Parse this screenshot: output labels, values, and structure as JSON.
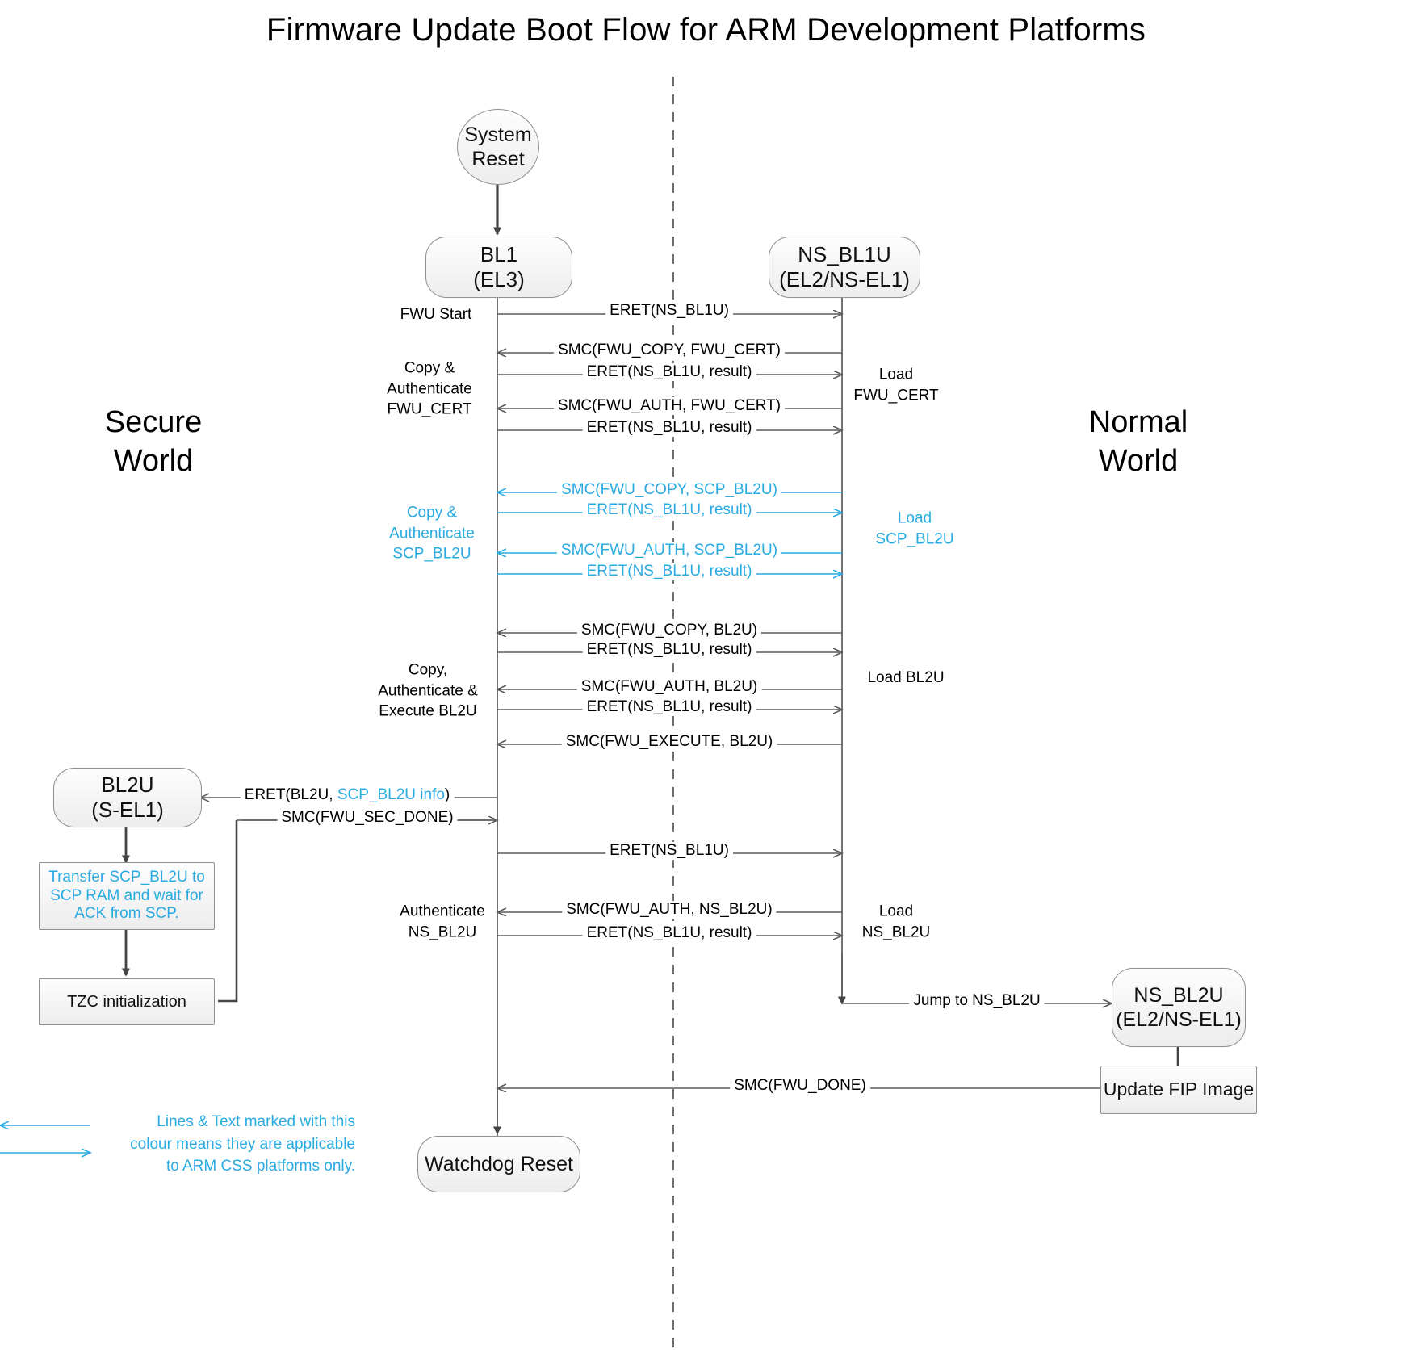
{
  "title": "Firmware Update Boot Flow for ARM Development Platforms",
  "colors": {
    "accent_cyan": "#29abe2",
    "line": "#5a5a5a",
    "node_border": "#8f8f8f",
    "text": "#000000"
  },
  "worlds": {
    "secure": "Secure\nWorld",
    "secure_line1": "Secure",
    "secure_line2": "World",
    "normal_line1": "Normal",
    "normal_line2": "World"
  },
  "nodes": {
    "system_reset": "System\nReset",
    "system_reset_l1": "System",
    "system_reset_l2": "Reset",
    "bl1_l1": "BL1",
    "bl1_l2": "(EL3)",
    "ns_bl1u_l1": "NS_BL1U",
    "ns_bl1u_l2": "(EL2/NS-EL1)",
    "bl2u_l1": "BL2U",
    "bl2u_l2": "(S-EL1)",
    "ns_bl2u_l1": "NS_BL2U",
    "ns_bl2u_l2": "(EL2/NS-EL1)",
    "transfer_box": "Transfer SCP_BL2U to SCP RAM and wait for ACK from SCP.",
    "transfer_box_l1": "Transfer SCP_BL2U to",
    "transfer_box_l2": "SCP RAM and wait for",
    "transfer_box_l3": "ACK from SCP.",
    "tzc_box": "TZC initialization",
    "update_fip": "Update FIP Image",
    "watchdog": "Watchdog Reset"
  },
  "messages": {
    "m01": "ERET(NS_BL1U)",
    "m02": "SMC(FWU_COPY, FWU_CERT)",
    "m03": "ERET(NS_BL1U, result)",
    "m04": "SMC(FWU_AUTH, FWU_CERT)",
    "m05": "ERET(NS_BL1U, result)",
    "m06": "SMC(FWU_COPY, SCP_BL2U)",
    "m07": "ERET(NS_BL1U, result)",
    "m08": "SMC(FWU_AUTH, SCP_BL2U)",
    "m09": "ERET(NS_BL1U, result)",
    "m10": "SMC(FWU_COPY, BL2U)",
    "m11": "ERET(NS_BL1U, result)",
    "m12": "SMC(FWU_AUTH, BL2U)",
    "m13": "ERET(NS_BL1U, result)",
    "m14": "SMC(FWU_EXECUTE, BL2U)",
    "m15_a": "ERET(BL2U, ",
    "m15_b": "SCP_BL2U info",
    "m15_c": ")",
    "m16": "SMC(FWU_SEC_DONE)",
    "m17": "ERET(NS_BL1U)",
    "m18": "SMC(FWU_AUTH, NS_BL2U)",
    "m19": "ERET(NS_BL1U, result)",
    "m20": "Jump to NS_BL2U",
    "m21": "SMC(FWU_DONE)"
  },
  "side_labels": {
    "fwu_start": "FWU Start",
    "copy_auth_cert_l1": "Copy &",
    "copy_auth_cert_l2": "Authenticate",
    "copy_auth_cert_l3": "FWU_CERT",
    "load_fwu_cert_l1": "Load",
    "load_fwu_cert_l2": "FWU_CERT",
    "copy_auth_scp_l1": "Copy &",
    "copy_auth_scp_l2": "Authenticate",
    "copy_auth_scp_l3": "SCP_BL2U",
    "load_scp_l1": "Load",
    "load_scp_l2": "SCP_BL2U",
    "copy_auth_exec_l1": "Copy,",
    "copy_auth_exec_l2": "Authenticate &",
    "copy_auth_exec_l3": "Execute BL2U",
    "load_bl2u": "Load BL2U",
    "auth_ns_bl2u_l1": "Authenticate",
    "auth_ns_bl2u_l2": "NS_BL2U",
    "load_ns_bl2u_l1": "Load",
    "load_ns_bl2u_l2": "NS_BL2U"
  },
  "legend": {
    "l1": "Lines & Text marked with this",
    "l2": "colour means they are applicable",
    "l3": "to ARM CSS platforms only."
  }
}
